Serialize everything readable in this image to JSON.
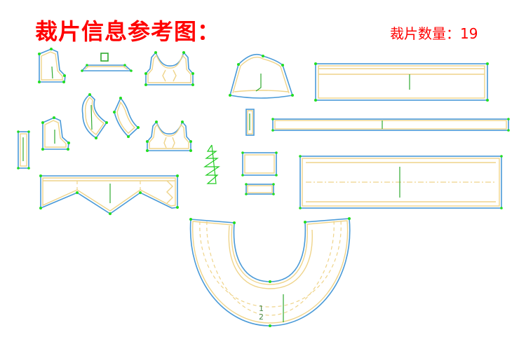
{
  "header": {
    "title": "裁片信息参考图：",
    "piece_count_label": "裁片数量：",
    "piece_count": "19"
  },
  "collar_piece": {
    "line_labels": [
      "1",
      "2"
    ]
  },
  "colors": {
    "title": "#ff0000",
    "cut_line": "#4a9ad8",
    "seam_line": "#efd48a",
    "notch_points": "#22dd22"
  }
}
